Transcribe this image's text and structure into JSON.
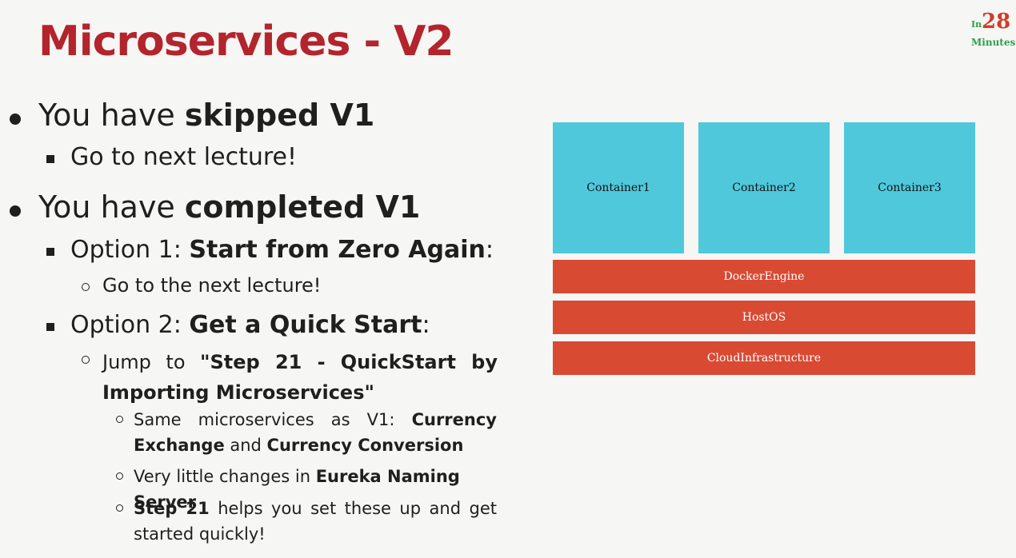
{
  "title": "Microservices - V2",
  "logo": {
    "prefix": "In",
    "number": "28",
    "suffix": "Minutes"
  },
  "bullets": {
    "skipped": {
      "pre": "You have ",
      "bold": "skipped V1"
    },
    "skipped_sub": "Go to next lecture!",
    "completed": {
      "pre": "You have ",
      "bold": "completed V1"
    },
    "option1": {
      "pre": "Option 1: ",
      "bold": "Start from Zero Again",
      "post": ":"
    },
    "option1_sub": "Go to the next lecture!",
    "option2": {
      "pre": "Option 2: ",
      "bold": "Get a Quick Start",
      "post": ":"
    },
    "jump": {
      "pre": "Jump to ",
      "bold": "\"Step 21 - QuickStart by Importing Microservices\""
    },
    "same": {
      "pre": "Same microservices as V1: ",
      "bold1": "Currency Exchange",
      "mid": " and ",
      "bold2": "Currency Conversion"
    },
    "little": {
      "pre": "Very little changes in ",
      "bold": "Eureka Naming Server"
    },
    "step21": {
      "bold": "Step 21",
      "post": " helps you set these up and get started quickly!"
    }
  },
  "diagram": {
    "containers": [
      "Container1",
      "Container2",
      "Container3"
    ],
    "layers": [
      "DockerEngine",
      "HostOS",
      "CloudInfrastructure"
    ],
    "container_color": "#4fc8db",
    "layer_color": "#d94a33"
  }
}
